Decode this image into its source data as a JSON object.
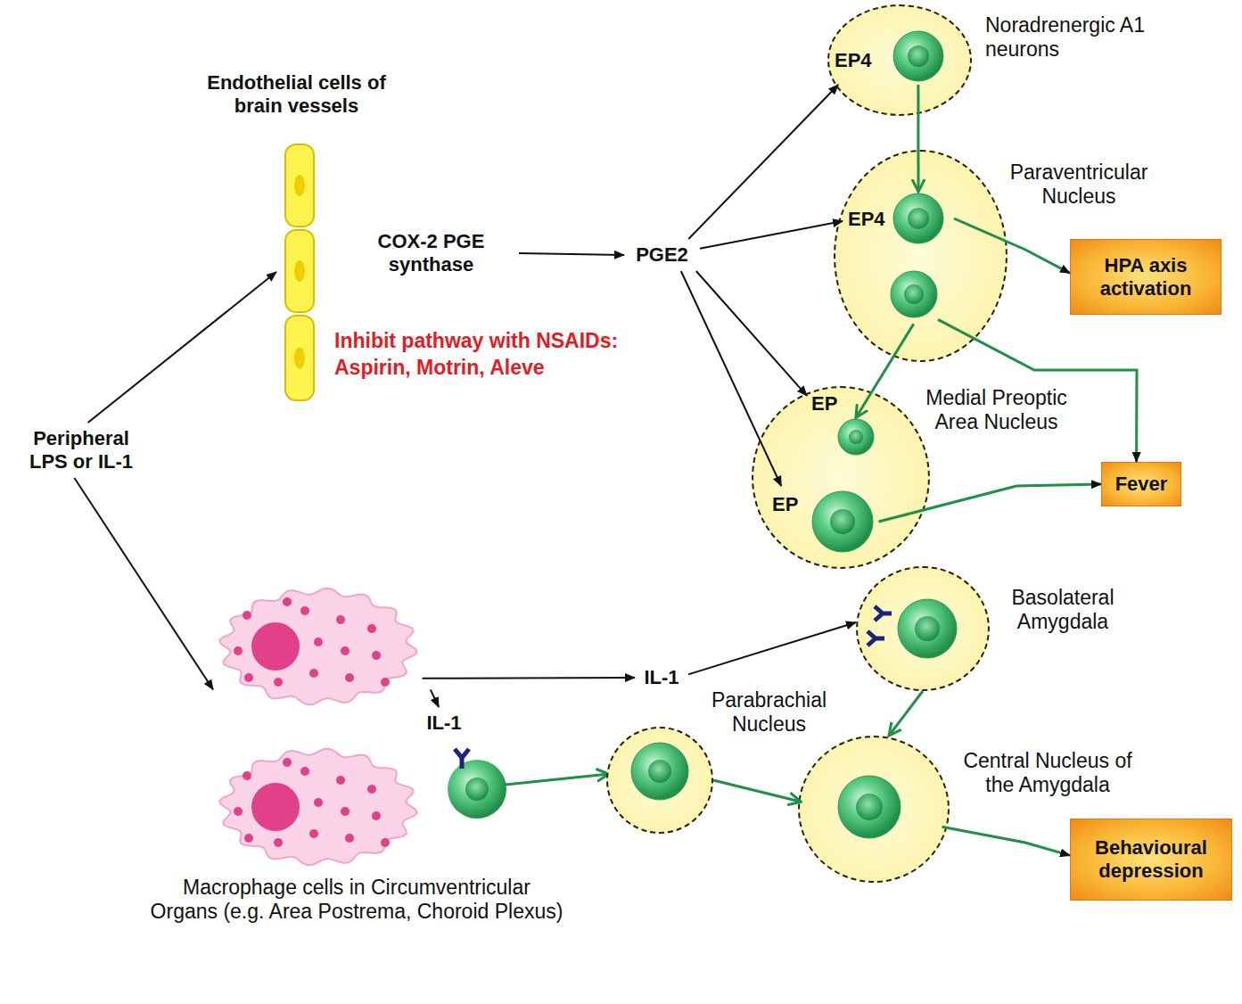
{
  "diagram": {
    "nodes": [
      {
        "text": [
          "Peripheral LPS or IL-1"
        ]
      },
      {
        "text": [
          "Endothelial cells of brain vessels"
        ]
      },
      {
        "text": [
          "COX-2 PGE synthase"
        ]
      },
      {
        "text": [
          "PGE2"
        ]
      },
      {
        "text": [
          "Noradrenergic A1 neurons"
        ]
      },
      {
        "text": [
          "EP4"
        ],
        "in": 4
      },
      {
        "text": [
          "Paraventricular Nucleus"
        ]
      },
      {
        "text": [
          "EP4"
        ],
        "in": 6
      },
      {
        "text": [
          "Medial Preoptic Area Nucleus"
        ]
      },
      {
        "text": [
          "EP"
        ],
        "in": 8
      },
      {
        "text": [
          "EP"
        ],
        "in": 8
      },
      {
        "text": [
          "HPA axis activation"
        ]
      },
      {
        "text": [
          "Fever"
        ]
      },
      {
        "text": [
          "Macrophage cells in Circumventricular Organs (e.g. Area Postrema, Choroid Plexus)"
        ]
      },
      {
        "text": [
          "IL-1"
        ]
      },
      {
        "text": [
          "IL-1"
        ]
      },
      {
        "text": [
          "Basolateral Amygdala"
        ]
      },
      {
        "text": [
          "Parabrachial Nucleus"
        ]
      },
      {
        "text": [
          "Central Nucleus of the Amygdala"
        ]
      },
      {
        "text": [
          "Behavioural depression"
        ]
      }
    ],
    "edges": [
      {
        "from": 0,
        "to": 1,
        "arrow": "to"
      },
      {
        "from": 0,
        "to": 13,
        "arrow": "to"
      },
      {
        "from": 2,
        "to": 3,
        "arrow": "to"
      },
      {
        "from": 3,
        "to": 5,
        "arrow": "to"
      },
      {
        "from": 3,
        "to": 7,
        "arrow": "to"
      },
      {
        "from": 3,
        "to": 9,
        "arrow": "to"
      },
      {
        "from": 3,
        "to": 10,
        "arrow": "to"
      },
      {
        "from": 5,
        "to": 7,
        "arrow": "to"
      },
      {
        "from": 7,
        "to": 11,
        "arrow": "to"
      },
      {
        "from": 6,
        "to": 9,
        "arrow": "to"
      },
      {
        "from": 6,
        "to": 12,
        "arrow": "to"
      },
      {
        "from": 10,
        "to": 12,
        "arrow": "to"
      },
      {
        "from": 13,
        "to": 14,
        "arrow": "to"
      },
      {
        "from": 13,
        "to": 15,
        "arrow": "to"
      },
      {
        "from": 14,
        "to": 16,
        "arrow": "to"
      },
      {
        "from": 17,
        "to": 18,
        "arrow": "to"
      },
      {
        "from": 16,
        "to": 18,
        "arrow": "to"
      },
      {
        "from": 18,
        "to": 19,
        "arrow": "to"
      }
    ],
    "labels": [
      "Inhibit pathway with NSAIDs: Aspirin, Motrin, Aleve"
    ]
  }
}
